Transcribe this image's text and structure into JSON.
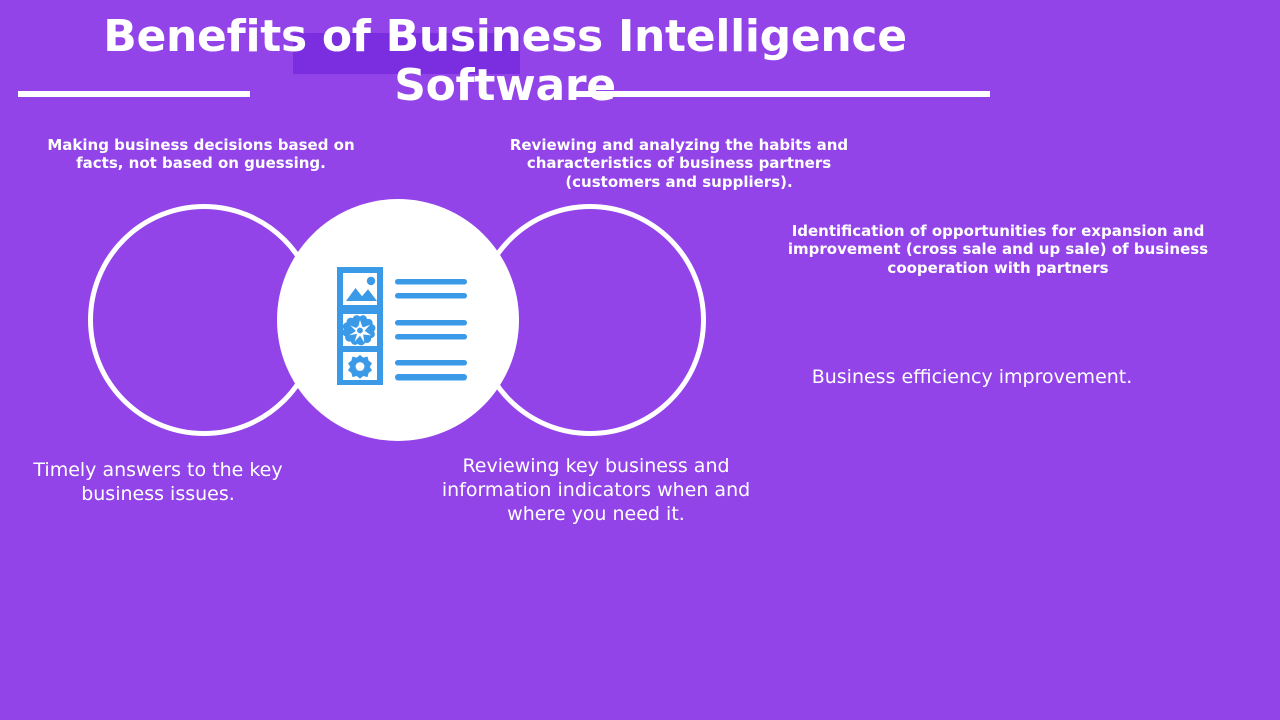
{
  "slide": {
    "background_color": "#9244e8",
    "accent_color": "#3b9ae8",
    "text_color": "#ffffff",
    "highlight_color": "#7b2de0",
    "title": "Benefits of Business Intelligence Software"
  },
  "captions": {
    "facts": "Making business decisions based on facts, not based on guessing.",
    "partners": "Reviewing and analyzing the habits and characteristics of business partners (customers and suppliers).",
    "expansion": "Identification of opportunities for expansion and improvement (cross sale and up sale) of business cooperation with partners",
    "efficiency": "Business efficiency improvement.",
    "timely": "Timely answers to the key business issues.",
    "indicators": "Reviewing key business and information indicators when and where you need it."
  },
  "graphic": {
    "circles": [
      {
        "name": "left-circle",
        "style": "outline"
      },
      {
        "name": "center-circle",
        "style": "solid"
      },
      {
        "name": "right-circle",
        "style": "outline"
      }
    ],
    "icon_rows": [
      {
        "icon": "image-icon",
        "lines": 2
      },
      {
        "icon": "flower-badge-icon",
        "lines": 2
      },
      {
        "icon": "gear-icon",
        "lines": 2
      }
    ]
  }
}
